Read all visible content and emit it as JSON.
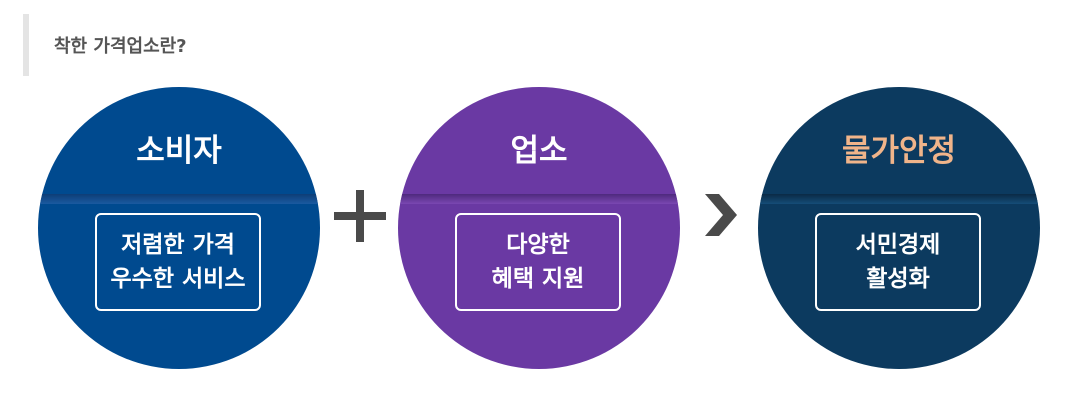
{
  "heading": "착한 가격업소란?",
  "circles": [
    {
      "title": "소비자",
      "lines": [
        "저렴한 가격",
        "우수한 서비스"
      ],
      "color": "#004a8f"
    },
    {
      "title": "업소",
      "lines": [
        "다양한",
        "혜택 지원"
      ],
      "color": "#6a39a3"
    },
    {
      "title": "물가안정",
      "lines": [
        "서민경제",
        "활성화"
      ],
      "color": "#0c3a5f",
      "title_color": "#f0b48a"
    }
  ],
  "operators": {
    "first": "plus-icon",
    "second": "chevron-right-icon",
    "color": "#4a4a4a"
  }
}
